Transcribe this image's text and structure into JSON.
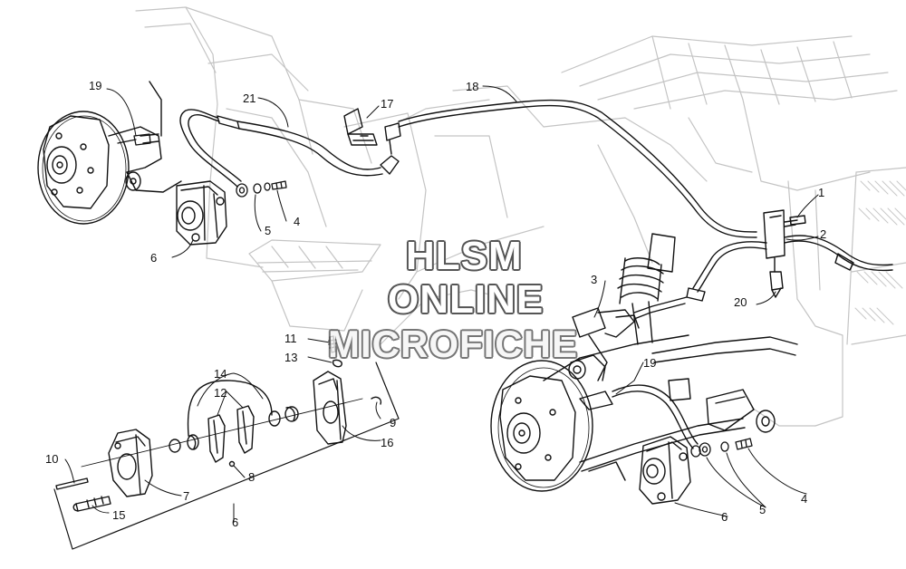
{
  "watermark": {
    "line1": "HLSM",
    "line2": "ONLINE",
    "line3": "MICROFICHE"
  },
  "callouts": {
    "c1": "1",
    "c2": "2",
    "c3": "3",
    "c4_left": "4",
    "c4_right": "4",
    "c5_left": "5",
    "c5_right": "5",
    "c6_left": "6",
    "c6_bottom": "6",
    "c6_right": "6",
    "c7": "7",
    "c8": "8",
    "c9": "9",
    "c10": "10",
    "c11": "11",
    "c12": "12",
    "c13": "13",
    "c14": "14",
    "c15": "15",
    "c16": "16",
    "c17": "17",
    "c18": "18",
    "c19_left": "19",
    "c19_right": "19",
    "c20": "20",
    "c21": "21"
  },
  "colors": {
    "ink": "#111111",
    "frame": "#bdbdbd",
    "watermark_outline": "#555555"
  }
}
